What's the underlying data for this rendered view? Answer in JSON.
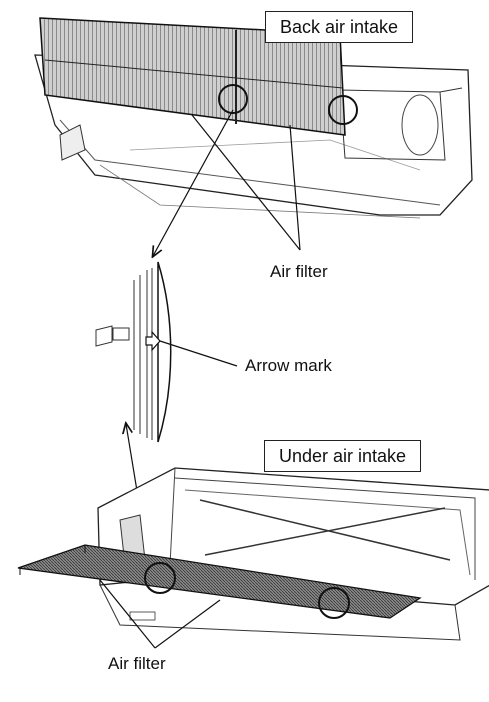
{
  "labels": {
    "back_intake": "Back air intake",
    "air_filter_top": "Air filter",
    "arrow_mark": "Arrow mark",
    "under_intake": "Under air intake",
    "air_filter_bottom": "Air filter"
  }
}
